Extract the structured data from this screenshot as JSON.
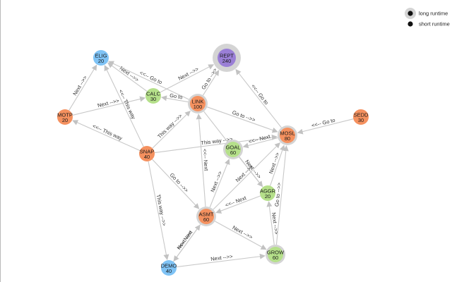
{
  "colors": {
    "orange": "#f5915f",
    "green": "#b5e08a",
    "blue": "#7fc3f5",
    "purple": "#9a7fd6",
    "halo": "#d4d4d4",
    "edge": "#c8c8c8",
    "arrow": "#c2c2c2"
  },
  "legend": {
    "long_label": "long runtime",
    "short_label": "short runtime"
  },
  "nodes": [
    {
      "id": "ELIG",
      "label": "ELIG",
      "value": "20",
      "color": "blue",
      "halo": false
    },
    {
      "id": "REPT",
      "label": "REPT",
      "value": "240",
      "color": "purple",
      "halo": true,
      "big": true
    },
    {
      "id": "MOTP",
      "label": "MOTP",
      "value": "20",
      "color": "orange",
      "halo": false
    },
    {
      "id": "CALC",
      "label": "CALC",
      "value": "30",
      "color": "green",
      "halo": false
    },
    {
      "id": "LINK",
      "label": "LINK",
      "value": "100",
      "color": "orange",
      "halo": true
    },
    {
      "id": "SEDD",
      "label": "SEDD",
      "value": "30",
      "color": "orange",
      "halo": false
    },
    {
      "id": "MOSL",
      "label": "MOSL",
      "value": "80",
      "color": "orange",
      "halo": true
    },
    {
      "id": "SNAP",
      "label": "SNAP",
      "value": "40",
      "color": "orange",
      "halo": false
    },
    {
      "id": "GOAL",
      "label": "GOAL",
      "value": "60",
      "color": "green",
      "halo": true
    },
    {
      "id": "AGGR",
      "label": "AGGR",
      "value": "20",
      "color": "green",
      "halo": false
    },
    {
      "id": "ASMT",
      "label": "ASMT",
      "value": "60",
      "color": "orange",
      "halo": true
    },
    {
      "id": "GROW",
      "label": "GROW",
      "value": "60",
      "color": "green",
      "halo": true
    },
    {
      "id": "DEMO",
      "label": "DEMO",
      "value": "40",
      "color": "blue",
      "halo": false
    }
  ],
  "edges": [
    {
      "from": "MOTP",
      "to": "ELIG",
      "label": "Next -->>"
    },
    {
      "from": "MOTP",
      "to": "CALC",
      "label": "Next -->>"
    },
    {
      "from": "CALC",
      "to": "ELIG",
      "label": "Next -->>"
    },
    {
      "from": "CALC",
      "to": "REPT",
      "label": "Next -->>"
    },
    {
      "from": "LINK",
      "to": "ELIG",
      "label": "<<-- Go to"
    },
    {
      "from": "LINK",
      "to": "REPT",
      "label": "Go to -->>"
    },
    {
      "from": "SNAP",
      "to": "ELIG",
      "label": "<<-- This way"
    },
    {
      "from": "SNAP",
      "to": "MOTP",
      "label": "<<-- This way"
    },
    {
      "from": "SNAP",
      "to": "LINK",
      "label": "This way -->>"
    },
    {
      "from": "SNAP",
      "to": "MOSL",
      "label": "This way -->>"
    },
    {
      "from": "SNAP",
      "to": "ASMT",
      "label": "Go to -->>"
    },
    {
      "from": "SNAP",
      "to": "DEMO",
      "label": "This way -->>"
    },
    {
      "from": "LINK",
      "to": "CALC",
      "label": "Go to"
    },
    {
      "from": "LINK",
      "to": "MOSL",
      "label": "Go to -->>"
    },
    {
      "from": "MOSL",
      "to": "REPT",
      "label": "<<-- Go to"
    },
    {
      "from": "SEDD",
      "to": "MOSL",
      "label": "<<-- Go to"
    },
    {
      "from": "MOSL",
      "to": "GOAL",
      "label": "<<-- Next"
    },
    {
      "from": "GOAL",
      "to": "AGGR",
      "label": "Next -->>"
    },
    {
      "from": "LINK",
      "to": "AGGR",
      "label": "Next"
    },
    {
      "from": "AGGR",
      "to": "MOSL",
      "label": "Next -->>"
    },
    {
      "from": "ASMT",
      "to": "LINK",
      "label": "<<-- Next"
    },
    {
      "from": "ASMT",
      "to": "GOAL",
      "label": "Next -->>"
    },
    {
      "from": "ASMT",
      "to": "MOSL",
      "label": "Next -->>"
    },
    {
      "from": "AGGR",
      "to": "ASMT",
      "label": "<<-- Next"
    },
    {
      "from": "GROW",
      "to": "AGGR",
      "label": "Next -->>"
    },
    {
      "from": "GROW",
      "to": "MOSL",
      "label": "Go to -->>"
    },
    {
      "from": "ASMT",
      "to": "GROW",
      "label": "Next -->>"
    },
    {
      "from": "DEMO",
      "to": "GROW",
      "label": "Next -->>"
    },
    {
      "from": "DEMO",
      "to": "ASMT",
      "label": "Next -->>"
    },
    {
      "from": "ASMT",
      "to": "DEMO",
      "label": "<<-- Next"
    }
  ]
}
